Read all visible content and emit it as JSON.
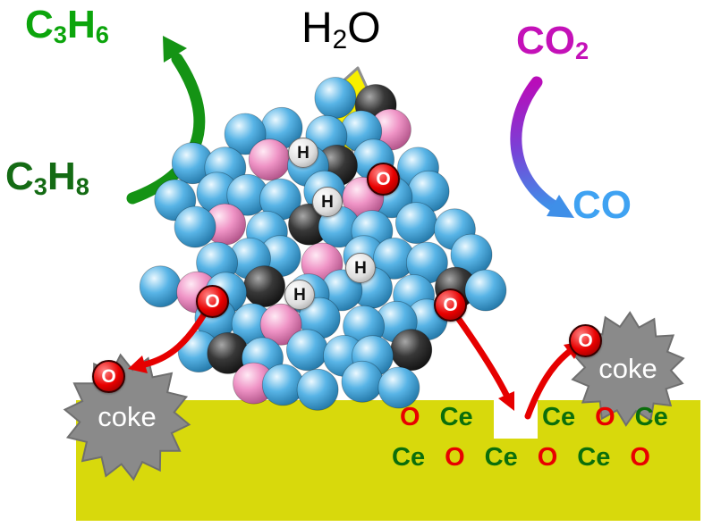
{
  "molecules": {
    "c3h6": {
      "segments": [
        {
          "t": "C"
        },
        {
          "t": "3",
          "sub": true
        },
        {
          "t": "H"
        },
        {
          "t": "6",
          "sub": true
        }
      ],
      "color": "#0ca50c"
    },
    "c3h8": {
      "segments": [
        {
          "t": "C"
        },
        {
          "t": "3",
          "sub": true
        },
        {
          "t": "H"
        },
        {
          "t": "8",
          "sub": true
        }
      ],
      "color": "#146b14"
    },
    "h2o": {
      "segments": [
        {
          "t": "H"
        },
        {
          "t": "2",
          "sub": true
        },
        {
          "t": "O"
        }
      ],
      "color": "#000000"
    },
    "co2": {
      "segments": [
        {
          "t": "C"
        },
        {
          "t": "O"
        },
        {
          "t": "2",
          "sub": true
        }
      ],
      "color": "#c411b8"
    },
    "co": {
      "segments": [
        {
          "t": "C"
        },
        {
          "t": "O"
        }
      ],
      "color": "#3fa2f2"
    }
  },
  "coke": {
    "label": "coke",
    "text_color": "#ffffff",
    "fill": "#8a8a8a",
    "outline": "#6f6f6f"
  },
  "atoms": {
    "o_label": "O",
    "h_label": "H"
  },
  "support": {
    "row1_left": [
      "O",
      "Ce"
    ],
    "row1_right": [
      "Ce",
      "O",
      "Ce"
    ],
    "row2": [
      "Ce",
      "O",
      "Ce",
      "O",
      "Ce",
      "O"
    ],
    "o_color": "#e80000",
    "ce_color": "#0b6e0b",
    "fill": "#d8d90c"
  },
  "palette": {
    "particle_blue": "#58b4e6",
    "particle_pink": "#ef94c6",
    "particle_dark": "#383838",
    "arrow_green": "#149314",
    "arrow_yellow": "#f8ef00",
    "arrow_yellow_outline": "#8f8f8f",
    "arrow_red": "#e60000",
    "co2_arrow_start": "#b90cb9",
    "co2_arrow_end": "#3f8fe8"
  }
}
